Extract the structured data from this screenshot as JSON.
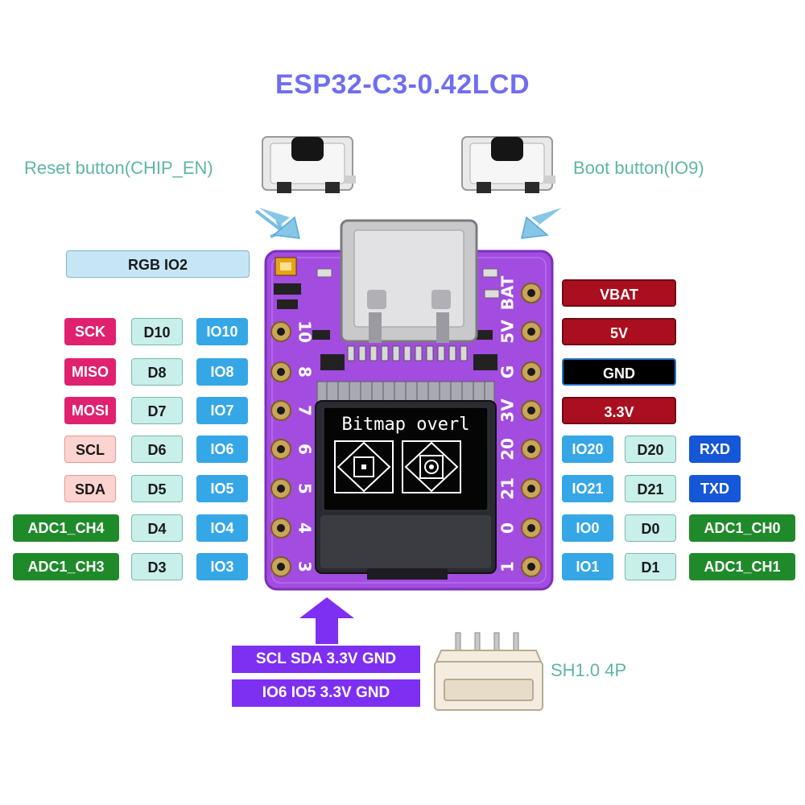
{
  "title": "ESP32-C3-0.42LCD",
  "callouts": {
    "reset": "Reset button(CHIP_EN)",
    "boot": "Boot button(IO9)",
    "connector": "SH1.0 4P"
  },
  "rgb_label": "RGB IO2",
  "left_pins": [
    {
      "func": "SCK",
      "dpin": "D10",
      "io": "IO10",
      "silk": "10",
      "func_style": "pink"
    },
    {
      "func": "MISO",
      "dpin": "D8",
      "io": "IO8",
      "silk": "8",
      "func_style": "pink"
    },
    {
      "func": "MOSI",
      "dpin": "D7",
      "io": "IO7",
      "silk": "7",
      "func_style": "pink"
    },
    {
      "func": "SCL",
      "dpin": "D6",
      "io": "IO6",
      "silk": "6",
      "func_style": "light"
    },
    {
      "func": "SDA",
      "dpin": "D5",
      "io": "IO5",
      "silk": "5",
      "func_style": "light"
    },
    {
      "func": "ADC1_CH4",
      "dpin": "D4",
      "io": "IO4",
      "silk": "4",
      "func_style": "adc"
    },
    {
      "func": "ADC1_CH3",
      "dpin": "D3",
      "io": "IO3",
      "silk": "3",
      "func_style": "adc"
    }
  ],
  "right_power": [
    {
      "label": "VBAT",
      "silk": "BAT",
      "style": "power"
    },
    {
      "label": "5V",
      "silk": "5V",
      "style": "power"
    },
    {
      "label": "GND",
      "silk": "G",
      "style": "gnd"
    },
    {
      "label": "3.3V",
      "silk": "3V",
      "style": "power"
    }
  ],
  "right_pins": [
    {
      "io": "IO20",
      "dpin": "D20",
      "func": "RXD",
      "silk": "20",
      "func_style": "blue"
    },
    {
      "io": "IO21",
      "dpin": "D21",
      "func": "TXD",
      "silk": "21",
      "func_style": "blue"
    },
    {
      "io": "IO0",
      "dpin": "D0",
      "func": "ADC1_CH0",
      "silk": "0",
      "func_style": "adc"
    },
    {
      "io": "IO1",
      "dpin": "D1",
      "func": "ADC1_CH1",
      "silk": "1",
      "func_style": "adc"
    }
  ],
  "oled_text": "Bitmap overl",
  "sh_connector": {
    "row1": "SCL SDA 3.3V GND",
    "row2": "IO6 IO5 3.3V GND"
  },
  "colors": {
    "title": "#6f6ef0",
    "board": "#a24ce0",
    "io_tag": "#35a7e6",
    "power_tag": "#aa0f1f",
    "adc_tag": "#1f8a2a",
    "uart_tag": "#1557d6",
    "spi_tag": "#e0216f",
    "i2c_tag": "#fbd3d0",
    "sh_label": "#7d2ff2"
  }
}
